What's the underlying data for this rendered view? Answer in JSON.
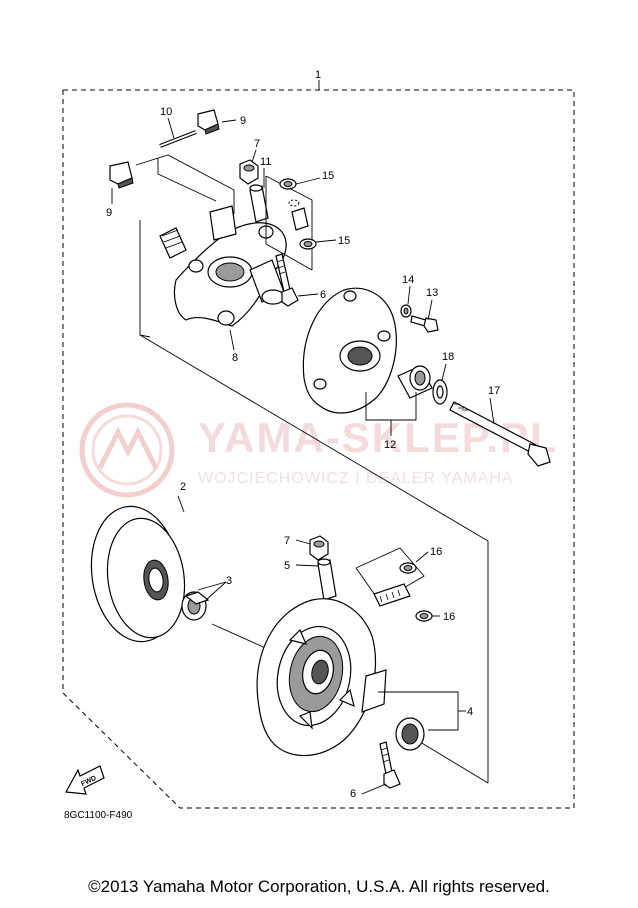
{
  "diagram": {
    "part_callouts": [
      {
        "id": "1",
        "label": "1"
      },
      {
        "id": "2",
        "label": "2"
      },
      {
        "id": "3",
        "label": "3"
      },
      {
        "id": "4",
        "label": "4"
      },
      {
        "id": "5",
        "label": "5"
      },
      {
        "id": "6a",
        "label": "6"
      },
      {
        "id": "6b",
        "label": "6"
      },
      {
        "id": "7a",
        "label": "7"
      },
      {
        "id": "7b",
        "label": "7"
      },
      {
        "id": "8",
        "label": "8"
      },
      {
        "id": "9a",
        "label": "9"
      },
      {
        "id": "9b",
        "label": "9"
      },
      {
        "id": "10",
        "label": "10"
      },
      {
        "id": "11",
        "label": "11"
      },
      {
        "id": "12",
        "label": "12"
      },
      {
        "id": "13",
        "label": "13"
      },
      {
        "id": "14",
        "label": "14"
      },
      {
        "id": "15a",
        "label": "15"
      },
      {
        "id": "15b",
        "label": "15"
      },
      {
        "id": "16a",
        "label": "16"
      },
      {
        "id": "16b",
        "label": "16"
      },
      {
        "id": "17",
        "label": "17"
      },
      {
        "id": "18",
        "label": "18"
      }
    ],
    "diagram_code": "8GC1100-F490",
    "fwd_label": "FWD",
    "watermark": {
      "title": "YAMA-SKLEP.PL",
      "subtitle": "WOJCIECHOWICZ I DEALER YAMAHA",
      "color": "#e8a0a0"
    }
  },
  "footer": {
    "copyright": "©2013 Yamaha Motor Corporation, U.S.A. All rights reserved."
  }
}
